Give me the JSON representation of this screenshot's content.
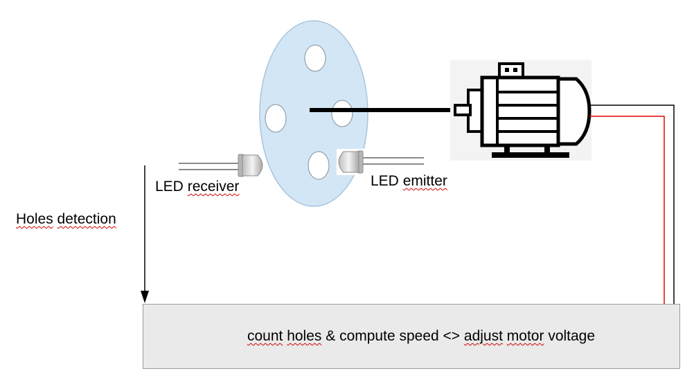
{
  "labels": {
    "led_receiver": "LED receiver",
    "led_emitter": "LED emitter",
    "holes_detection": "Holes detection"
  },
  "controller": {
    "part1": "count",
    "part2": "holes",
    "part3": "& compute speed <>",
    "part4": "adjust",
    "part5": "motor",
    "part6": "voltage"
  },
  "colors": {
    "disk_fill": "#d3e6f5",
    "disk_stroke": "#a9c4dc",
    "wire_red": "#e00000",
    "wire_black": "#000000",
    "box_fill": "#eaeaea"
  },
  "icons": {
    "motor": "electric-motor-icon",
    "led": "led-icon"
  }
}
